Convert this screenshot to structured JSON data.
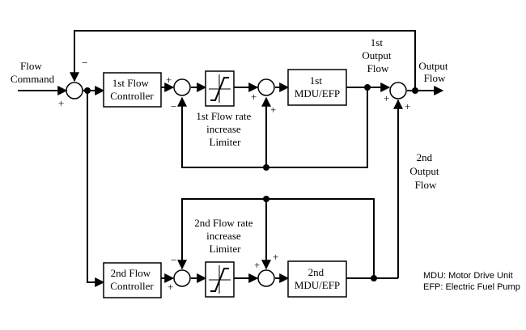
{
  "labels": {
    "flow_command": [
      "Flow",
      "Command"
    ],
    "output_flow": [
      "Output",
      "Flow"
    ],
    "first_output_flow": [
      "1st",
      "Output",
      "Flow"
    ],
    "second_output_flow": [
      "2nd",
      "Output",
      "Flow"
    ],
    "first_limiter_caption": [
      "1st Flow rate",
      "increase",
      "Limiter"
    ],
    "second_limiter_caption": [
      "2nd Flow rate",
      "increase",
      "Limiter"
    ]
  },
  "blocks": {
    "first_controller": [
      "1st Flow",
      "Controller"
    ],
    "first_mdu": [
      "1st",
      "MDU/EFP"
    ],
    "second_controller": [
      "2nd Flow",
      "Controller"
    ],
    "second_mdu": [
      "2nd",
      "MDU/EFP"
    ]
  },
  "signs": {
    "plus": "+",
    "minus": "−"
  },
  "legend": [
    "MDU: Motor Drive Unit",
    "EFP: Electric Fuel Pump"
  ]
}
